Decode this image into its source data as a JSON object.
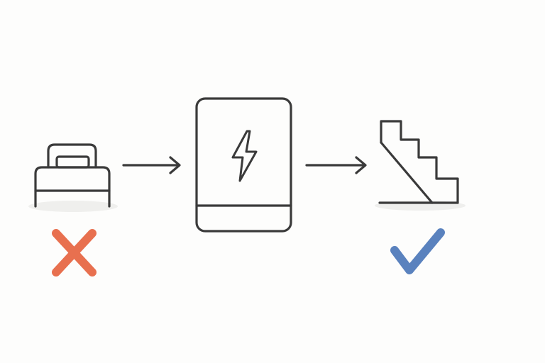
{
  "diagram": {
    "steps": [
      {
        "id": "bed",
        "icon": "bed-icon",
        "status": "wrong",
        "status_icon": "cross-icon"
      },
      {
        "id": "power",
        "icon": "power-bank-icon",
        "status": null
      },
      {
        "id": "stairs",
        "icon": "stairs-icon",
        "status": "correct",
        "status_icon": "checkmark-icon"
      }
    ],
    "connectors": [
      {
        "from": "bed",
        "to": "power",
        "icon": "arrow-right-icon"
      },
      {
        "from": "power",
        "to": "stairs",
        "icon": "arrow-right-icon"
      }
    ]
  },
  "colors": {
    "background": "#fdfdfc",
    "stroke": "#3a3a3a",
    "ground_shadow": "#efefed",
    "cross": "#e8704f",
    "check": "#5a82be"
  }
}
